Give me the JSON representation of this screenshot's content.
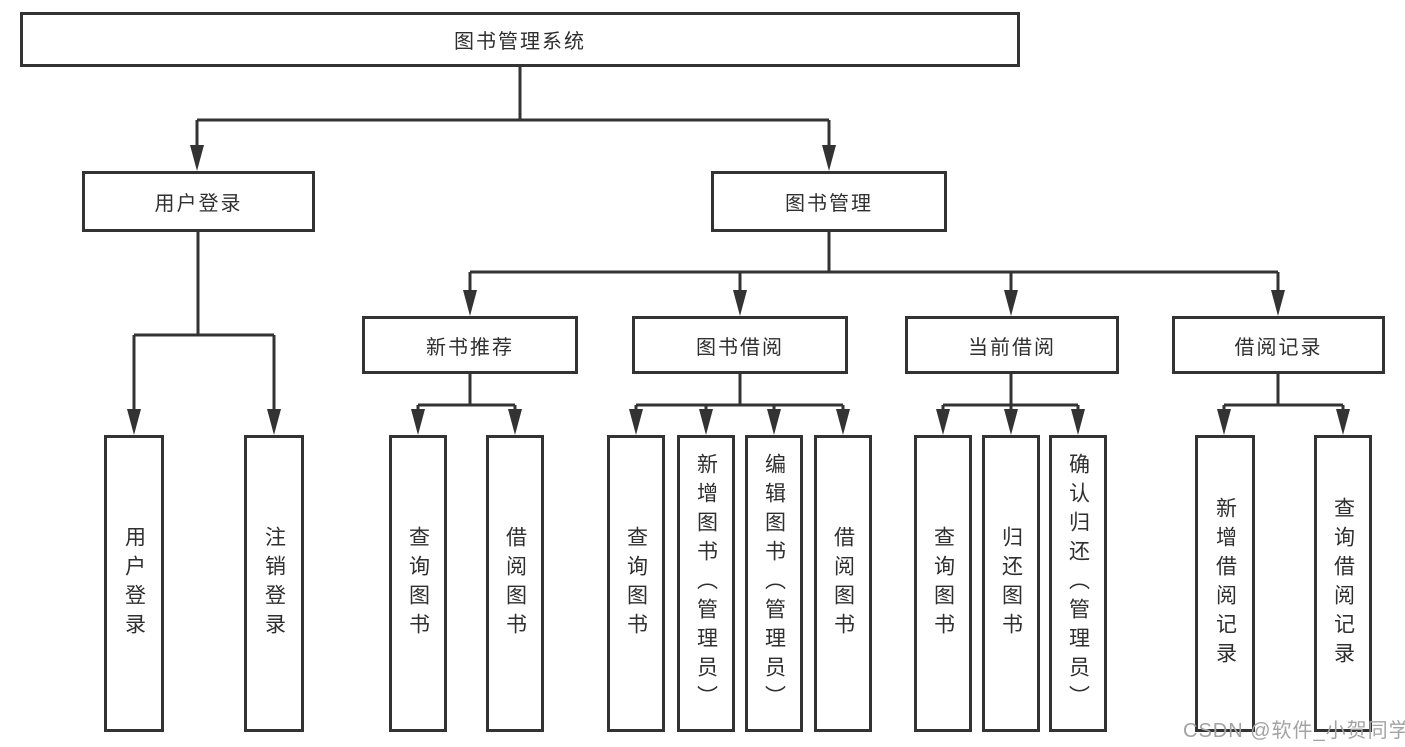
{
  "hierarchy": {
    "label": "图书管理系统",
    "children": [
      {
        "label": "用户登录",
        "children": [
          {
            "label": "用户登录"
          },
          {
            "label": "注销登录"
          }
        ]
      },
      {
        "label": "图书管理",
        "children": [
          {
            "label": "新书推荐",
            "children": [
              {
                "label": "查询图书"
              },
              {
                "label": "借阅图书"
              }
            ]
          },
          {
            "label": "图书借阅",
            "children": [
              {
                "label": "查询图书"
              },
              {
                "label": "新增图书（管理员）"
              },
              {
                "label": "编辑图书（管理员）"
              },
              {
                "label": "借阅图书"
              }
            ]
          },
          {
            "label": "当前借阅",
            "children": [
              {
                "label": "查询图书"
              },
              {
                "label": "归还图书"
              },
              {
                "label": "确认归还（管理员）"
              }
            ]
          },
          {
            "label": "借阅记录",
            "children": [
              {
                "label": "新增借阅记录"
              },
              {
                "label": "查询借阅记录"
              }
            ]
          }
        ]
      }
    ]
  },
  "watermark": "CSDN @软件_小贺同学",
  "colors": {
    "line": "#333333",
    "text": "#2f2f2f",
    "box_background": "#ffffff",
    "page_background": "#ffffff",
    "watermark": "#a3a3a3"
  }
}
